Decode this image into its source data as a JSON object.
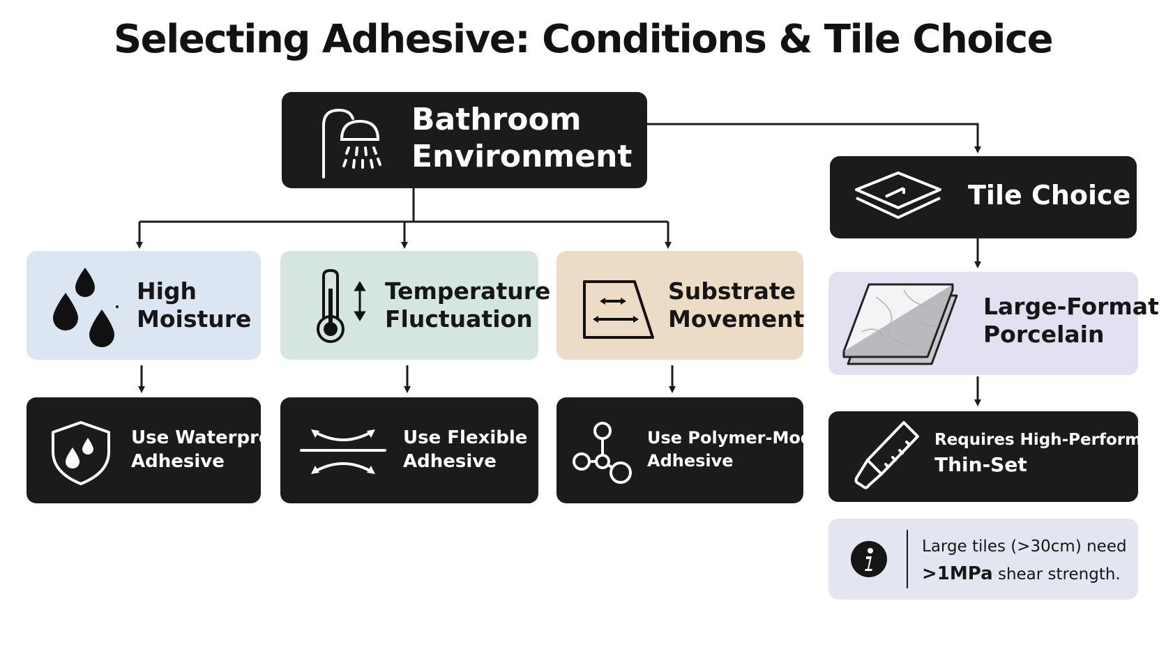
{
  "title": "Selecting Adhesive: Conditions & Tile Choice",
  "root": {
    "line1": "Bathroom",
    "line2": "Environment",
    "icon": "shower-icon"
  },
  "tile_choice": {
    "label": "Tile Choice",
    "icon": "tile-layers-icon"
  },
  "conditions": [
    {
      "line1": "High",
      "line2": "Moisture",
      "icon": "water-drops-icon",
      "color": "#dce6f3"
    },
    {
      "line1": "Temperature",
      "line2": "Fluctuation",
      "icon": "thermometer-icon",
      "color": "#d5e5e2"
    },
    {
      "line1": "Substrate",
      "line2": "Movement",
      "icon": "substrate-movement-icon",
      "color": "#ecdcc6"
    }
  ],
  "solutions": [
    {
      "line1": "Use Waterproof",
      "line2": "Adhesive",
      "icon": "shield-drops-icon"
    },
    {
      "line1": "Use Flexible",
      "line2": "Adhesive",
      "icon": "flex-arrows-icon"
    },
    {
      "line1": "Use Polymer-Modified",
      "line2": "Adhesive",
      "icon": "molecule-icon"
    }
  ],
  "tile_type": {
    "line1": "Large-Format",
    "line2": "Porcelain",
    "icon": "porcelain-slab-icon",
    "color": "#e1e1f2"
  },
  "tile_solution": {
    "line1": "Requires High-Performance",
    "line2": "Thin-Set",
    "icon": "trowel-icon"
  },
  "note": {
    "line1": "Large tiles (>30cm) need",
    "strong": ">1MPa",
    "rest": " shear strength.",
    "icon": "info-icon"
  }
}
